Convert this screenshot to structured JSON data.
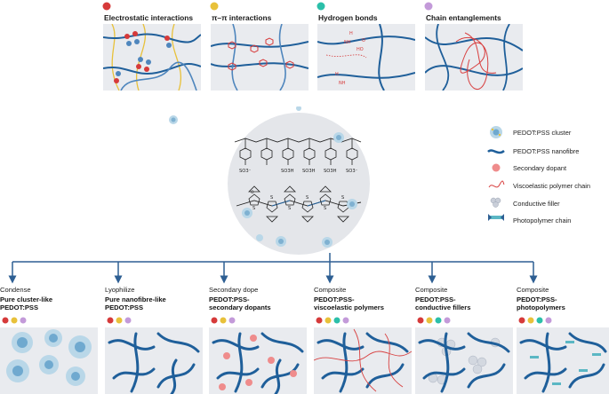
{
  "top_panels": [
    {
      "label": "Electrostatic interactions",
      "dot_color": "#d63a3a"
    },
    {
      "label": "π–π interactions",
      "dot_color": "#e8c13a"
    },
    {
      "label": "Hydrogen bonds",
      "dot_color": "#2bbfa9"
    },
    {
      "label": "Chain entanglements",
      "dot_color": "#c39ad9"
    }
  ],
  "hbond_labels": {
    "a": "H",
    "b": "NH",
    "c": "O",
    "d": "HO"
  },
  "structure_labels": {
    "s1": "SO3⁻",
    "s2": "SO3H",
    "s3": "SO3H",
    "s4": "SO3H",
    "s5": "SO3⁻",
    "sul1": "S",
    "sul2": "S",
    "sul3": "S",
    "sul4": "S",
    "sul5": "S",
    "sul6": "S",
    "ox": "O"
  },
  "legend": [
    {
      "label": "PEDOT:PSS cluster",
      "icon": "cluster-icon"
    },
    {
      "label": "PEDOT:PSS nanofibre",
      "icon": "nanofibre-icon"
    },
    {
      "label": "Secondary dopant",
      "icon": "dopant-icon"
    },
    {
      "label": "Viscoelastic polymer chain",
      "icon": "viscoelastic-chain-icon"
    },
    {
      "label": "Conductive filler",
      "icon": "filler-icon"
    },
    {
      "label": "Photopolymer chain",
      "icon": "photopolymer-icon"
    }
  ],
  "branches": [
    {
      "verb": "Condense",
      "title_line1": "Pure cluster-like",
      "title_line2": "PEDOT:PSS",
      "dots": [
        "#d63a3a",
        "#e8c13a",
        "#c39ad9"
      ]
    },
    {
      "verb": "Lyophilize",
      "title_line1": "Pure nanofibre-like",
      "title_line2": "PEDOT:PSS",
      "dots": [
        "#d63a3a",
        "#e8c13a",
        "#c39ad9"
      ]
    },
    {
      "verb": "Secondary dope",
      "title_line1": "PEDOT:PSS-",
      "title_line2": "secondary dopants",
      "dots": [
        "#d63a3a",
        "#e8c13a",
        "#c39ad9"
      ]
    },
    {
      "verb": "Composite",
      "title_line1": "PEDOT:PSS-",
      "title_line2": "viscoelastic polymers",
      "dots": [
        "#d63a3a",
        "#e8c13a",
        "#2bbfa9",
        "#c39ad9"
      ]
    },
    {
      "verb": "Composite",
      "title_line1": "PEDOT:PSS-",
      "title_line2": "conductive fillers",
      "dots": [
        "#d63a3a",
        "#e8c13a",
        "#2bbfa9",
        "#c39ad9"
      ]
    },
    {
      "verb": "Composite",
      "title_line1": "PEDOT:PSS-",
      "title_line2": "photopolymers",
      "dots": [
        "#d63a3a",
        "#e8c13a",
        "#2bbfa9",
        "#c39ad9"
      ]
    }
  ],
  "colors": {
    "panel_bg": "#e9ebef",
    "fibre": "#1f5f9a",
    "fibre_light": "#4f86bd",
    "arrow": "#2e5f93",
    "dopant": "#ef8c8c",
    "visco": "#d84040",
    "circle_bg": "#e4e6ea"
  }
}
